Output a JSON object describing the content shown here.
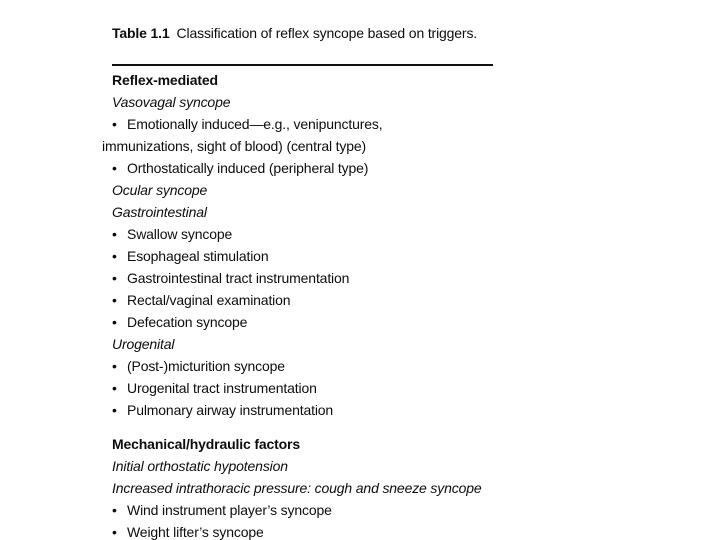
{
  "theme": {
    "page_background": "#ffffff",
    "text_color": "#0d0d0d",
    "rule_color": "#111111"
  },
  "table": {
    "caption": {
      "label": "Table 1.1",
      "title": "Classification of reflex syncope based on triggers."
    },
    "bullet_char": "•",
    "sections": [
      {
        "heading": "Reflex-mediated",
        "lines": [
          {
            "style": "subheading",
            "text": "Vasovagal syncope"
          },
          {
            "style": "bullet",
            "text": "Emotionally induced—e.g., venipunctures,"
          },
          {
            "style": "continuation",
            "text": "immunizations, sight of blood) (central type)"
          },
          {
            "style": "bullet",
            "text": "Orthostatically induced (peripheral type)"
          },
          {
            "style": "subheading",
            "text": "Ocular syncope"
          },
          {
            "style": "subheading",
            "text": "Gastrointestinal"
          },
          {
            "style": "bullet",
            "text": "Swallow syncope"
          },
          {
            "style": "bullet",
            "text": "Esophageal stimulation"
          },
          {
            "style": "bullet",
            "text": "Gastrointestinal tract instrumentation"
          },
          {
            "style": "bullet",
            "text": "Rectal/vaginal examination"
          },
          {
            "style": "bullet",
            "text": "Defecation syncope"
          },
          {
            "style": "subheading",
            "text": "Urogenital"
          },
          {
            "style": "bullet",
            "text": "(Post-)micturition syncope"
          },
          {
            "style": "bullet",
            "text": "Urogenital tract instrumentation"
          },
          {
            "style": "bullet",
            "text": "Pulmonary airway instrumentation"
          }
        ]
      },
      {
        "heading": "Mechanical/hydraulic factors",
        "lines": [
          {
            "style": "subheading",
            "text": "Initial orthostatic hypotension"
          },
          {
            "style": "subheading",
            "text": "Increased intrathoracic pressure: cough and sneeze syncope"
          },
          {
            "style": "bullet",
            "text": "Wind instrument player’s syncope"
          },
          {
            "style": "bullet",
            "text": "Weight lifter’s syncope"
          }
        ]
      }
    ]
  }
}
